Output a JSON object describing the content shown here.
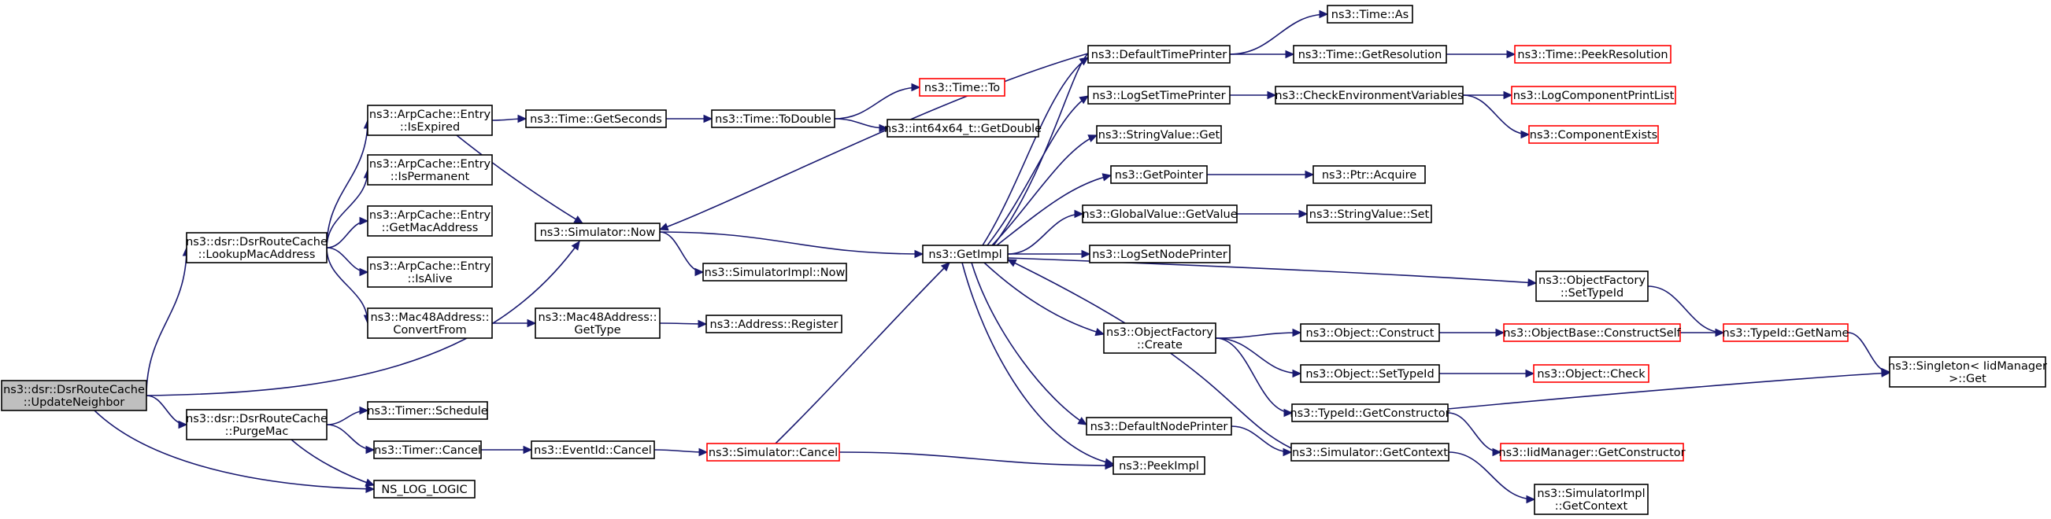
{
  "colors": {
    "edge": "#191970",
    "node_border": "#000000",
    "node_border_truncated": "#ff0000",
    "node_fill": "#ffffff",
    "root_fill": "#bfbfbf"
  },
  "nodes": [
    {
      "id": "root",
      "lines": [
        "ns3::dsr::DsrRouteCache",
        "::UpdateNeighbor"
      ],
      "style": "root"
    },
    {
      "id": "lookupmac",
      "lines": [
        "ns3::dsr::DsrRouteCache",
        "::LookupMacAddress"
      ],
      "style": "normal"
    },
    {
      "id": "purgemac",
      "lines": [
        "ns3::dsr::DsrRouteCache",
        "::PurgeMac"
      ],
      "style": "normal"
    },
    {
      "id": "simnow",
      "lines": [
        "ns3::Simulator::Now"
      ],
      "style": "normal"
    },
    {
      "id": "nslog",
      "lines": [
        "NS_LOG_LOGIC"
      ],
      "style": "normal"
    },
    {
      "id": "isexpired",
      "lines": [
        "ns3::ArpCache::Entry",
        "::IsExpired"
      ],
      "style": "normal"
    },
    {
      "id": "ispermanent",
      "lines": [
        "ns3::ArpCache::Entry",
        "::IsPermanent"
      ],
      "style": "normal"
    },
    {
      "id": "getmac",
      "lines": [
        "ns3::ArpCache::Entry",
        "::GetMacAddress"
      ],
      "style": "normal"
    },
    {
      "id": "isalive",
      "lines": [
        "ns3::ArpCache::Entry",
        "::IsAlive"
      ],
      "style": "normal"
    },
    {
      "id": "convertfrom",
      "lines": [
        "ns3::Mac48Address::",
        "ConvertFrom"
      ],
      "style": "normal"
    },
    {
      "id": "timerschedule",
      "lines": [
        "ns3::Timer::Schedule"
      ],
      "style": "normal"
    },
    {
      "id": "timercancel",
      "lines": [
        "ns3::Timer::Cancel"
      ],
      "style": "normal"
    },
    {
      "id": "getseconds",
      "lines": [
        "ns3::Time::GetSeconds"
      ],
      "style": "normal"
    },
    {
      "id": "gettype",
      "lines": [
        "ns3::Mac48Address::",
        "GetType"
      ],
      "style": "normal"
    },
    {
      "id": "eventcancel",
      "lines": [
        "ns3::EventId::Cancel"
      ],
      "style": "normal"
    },
    {
      "id": "todouble",
      "lines": [
        "ns3::Time::ToDouble"
      ],
      "style": "normal"
    },
    {
      "id": "timeto",
      "lines": [
        "ns3::Time::To"
      ],
      "style": "truncated"
    },
    {
      "id": "int64get",
      "lines": [
        "ns3::int64x64_t::GetDouble"
      ],
      "style": "normal"
    },
    {
      "id": "simimplnow",
      "lines": [
        "ns3::SimulatorImpl::Now"
      ],
      "style": "normal"
    },
    {
      "id": "addrreg",
      "lines": [
        "ns3::Address::Register"
      ],
      "style": "normal"
    },
    {
      "id": "simcancel",
      "lines": [
        "ns3::Simulator::Cancel"
      ],
      "style": "truncated"
    },
    {
      "id": "getimpl",
      "lines": [
        "ns3::GetImpl"
      ],
      "style": "normal"
    },
    {
      "id": "deftimeprinter",
      "lines": [
        "ns3::DefaultTimePrinter"
      ],
      "style": "normal"
    },
    {
      "id": "logsettime",
      "lines": [
        "ns3::LogSetTimePrinter"
      ],
      "style": "normal"
    },
    {
      "id": "stringvalueget",
      "lines": [
        "ns3::StringValue::Get"
      ],
      "style": "normal"
    },
    {
      "id": "getpointer",
      "lines": [
        "ns3::GetPointer"
      ],
      "style": "normal"
    },
    {
      "id": "globalget",
      "lines": [
        "ns3::GlobalValue::GetValue"
      ],
      "style": "normal"
    },
    {
      "id": "logsetnode",
      "lines": [
        "ns3::LogSetNodePrinter"
      ],
      "style": "normal"
    },
    {
      "id": "ofcreate",
      "lines": [
        "ns3::ObjectFactory",
        "::Create"
      ],
      "style": "normal"
    },
    {
      "id": "defnodeprinter",
      "lines": [
        "ns3::DefaultNodePrinter"
      ],
      "style": "normal"
    },
    {
      "id": "peekimpl",
      "lines": [
        "ns3::PeekImpl"
      ],
      "style": "normal"
    },
    {
      "id": "timeas",
      "lines": [
        "ns3::Time::As"
      ],
      "style": "normal"
    },
    {
      "id": "getresolution",
      "lines": [
        "ns3::Time::GetResolution"
      ],
      "style": "normal"
    },
    {
      "id": "checkenv",
      "lines": [
        "ns3::CheckEnvironmentVariables"
      ],
      "style": "normal"
    },
    {
      "id": "ptracquire",
      "lines": [
        "ns3::Ptr::Acquire"
      ],
      "style": "normal"
    },
    {
      "id": "stringvalueset",
      "lines": [
        "ns3::StringValue::Set"
      ],
      "style": "normal"
    },
    {
      "id": "objconstruct",
      "lines": [
        "ns3::Object::Construct"
      ],
      "style": "normal"
    },
    {
      "id": "objsettypeid",
      "lines": [
        "ns3::Object::SetTypeId"
      ],
      "style": "normal"
    },
    {
      "id": "typeidgetctor",
      "lines": [
        "ns3::TypeId::GetConstructor"
      ],
      "style": "normal"
    },
    {
      "id": "simgetctx",
      "lines": [
        "ns3::Simulator::GetContext"
      ],
      "style": "normal"
    },
    {
      "id": "ofsettypeid",
      "lines": [
        "ns3::ObjectFactory",
        "::SetTypeId"
      ],
      "style": "normal"
    },
    {
      "id": "peekres",
      "lines": [
        "ns3::Time::PeekResolution"
      ],
      "style": "truncated"
    },
    {
      "id": "logcomplist",
      "lines": [
        "ns3::LogComponentPrintList"
      ],
      "style": "truncated"
    },
    {
      "id": "compexists",
      "lines": [
        "ns3::ComponentExists"
      ],
      "style": "truncated"
    },
    {
      "id": "constructself",
      "lines": [
        "ns3::ObjectBase::ConstructSelf"
      ],
      "style": "truncated"
    },
    {
      "id": "objcheck",
      "lines": [
        "ns3::Object::Check"
      ],
      "style": "truncated"
    },
    {
      "id": "iidgetctor",
      "lines": [
        "ns3::IidManager::GetConstructor"
      ],
      "style": "truncated"
    },
    {
      "id": "simimplctx",
      "lines": [
        "ns3::SimulatorImpl",
        "::GetContext"
      ],
      "style": "normal"
    },
    {
      "id": "typeidgetname",
      "lines": [
        "ns3::TypeId::GetName"
      ],
      "style": "truncated"
    },
    {
      "id": "singletonget",
      "lines": [
        "ns3::Singleton< IidManager",
        ">::Get"
      ],
      "style": "normal"
    }
  ],
  "edges": [
    [
      "root",
      "lookupmac"
    ],
    [
      "root",
      "purgemac"
    ],
    [
      "root",
      "simnow"
    ],
    [
      "root",
      "nslog"
    ],
    [
      "lookupmac",
      "isexpired"
    ],
    [
      "lookupmac",
      "ispermanent"
    ],
    [
      "lookupmac",
      "getmac"
    ],
    [
      "lookupmac",
      "isalive"
    ],
    [
      "lookupmac",
      "convertfrom"
    ],
    [
      "purgemac",
      "timerschedule"
    ],
    [
      "purgemac",
      "timercancel"
    ],
    [
      "purgemac",
      "nslog"
    ],
    [
      "isexpired",
      "getseconds"
    ],
    [
      "isexpired",
      "simnow"
    ],
    [
      "getseconds",
      "todouble"
    ],
    [
      "todouble",
      "timeto"
    ],
    [
      "todouble",
      "int64get"
    ],
    [
      "convertfrom",
      "gettype"
    ],
    [
      "gettype",
      "addrreg"
    ],
    [
      "timercancel",
      "eventcancel"
    ],
    [
      "eventcancel",
      "simcancel"
    ],
    [
      "simnow",
      "simimplnow"
    ],
    [
      "simnow",
      "getimpl"
    ],
    [
      "simcancel",
      "getimpl"
    ],
    [
      "simcancel",
      "peekimpl"
    ],
    [
      "getimpl",
      "deftimeprinter"
    ],
    [
      "getimpl",
      "logsettime"
    ],
    [
      "getimpl",
      "stringvalueget"
    ],
    [
      "getimpl",
      "getpointer"
    ],
    [
      "getimpl",
      "globalget"
    ],
    [
      "getimpl",
      "logsetnode"
    ],
    [
      "getimpl",
      "ofsettypeid"
    ],
    [
      "getimpl",
      "ofcreate"
    ],
    [
      "getimpl",
      "defnodeprinter"
    ],
    [
      "getimpl",
      "peekimpl"
    ],
    [
      "getimpl",
      "simnow"
    ],
    [
      "deftimeprinter",
      "timeas"
    ],
    [
      "deftimeprinter",
      "getresolution"
    ],
    [
      "getresolution",
      "peekres"
    ],
    [
      "logsettime",
      "checkenv"
    ],
    [
      "checkenv",
      "logcomplist"
    ],
    [
      "checkenv",
      "compexists"
    ],
    [
      "getpointer",
      "ptracquire"
    ],
    [
      "globalget",
      "stringvalueset"
    ],
    [
      "ofcreate",
      "objconstruct"
    ],
    [
      "ofcreate",
      "objsettypeid"
    ],
    [
      "ofcreate",
      "typeidgetctor"
    ],
    [
      "objconstruct",
      "constructself"
    ],
    [
      "constructself",
      "typeidgetname"
    ],
    [
      "objsettypeid",
      "objcheck"
    ],
    [
      "typeidgetctor",
      "singletonget"
    ],
    [
      "typeidgetctor",
      "iidgetctor"
    ],
    [
      "defnodeprinter",
      "simgetctx"
    ],
    [
      "simgetctx",
      "getimpl"
    ],
    [
      "simgetctx",
      "simimplctx"
    ],
    [
      "ofsettypeid",
      "typeidgetname"
    ],
    [
      "typeidgetname",
      "singletonget"
    ]
  ]
}
